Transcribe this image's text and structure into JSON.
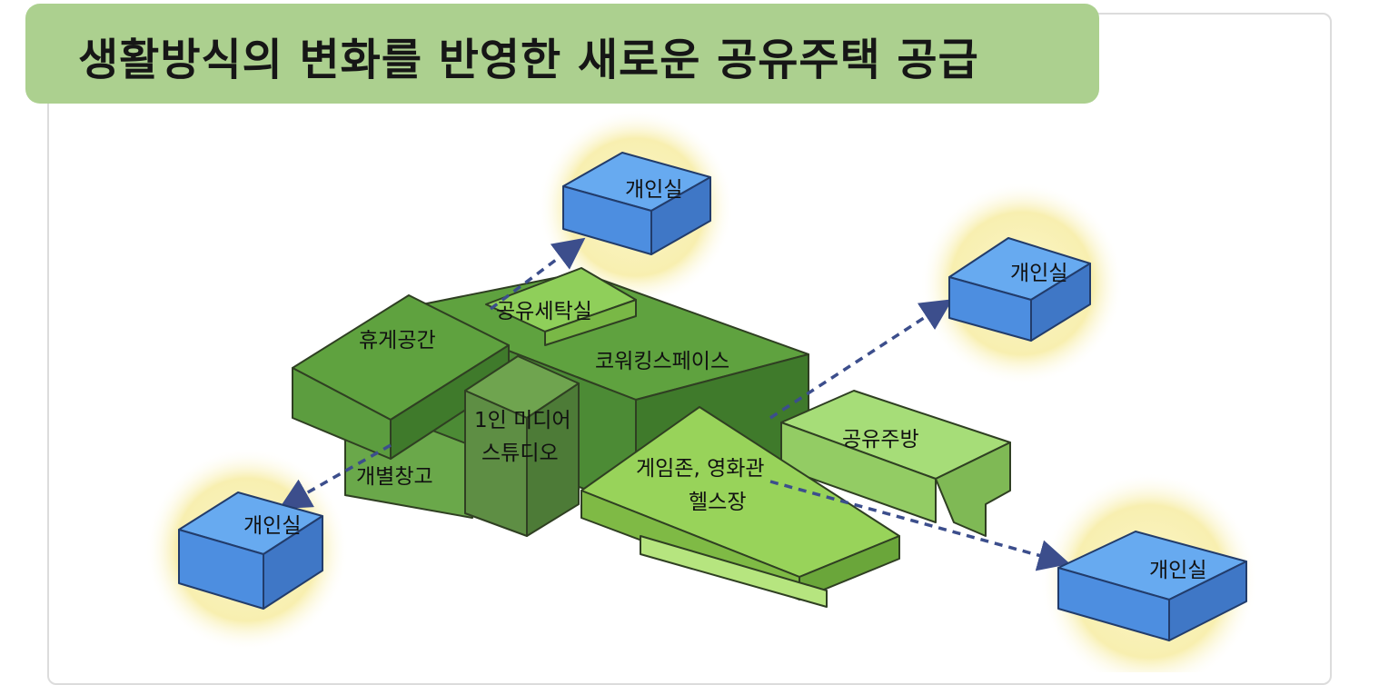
{
  "title": "생활방식의 변화를 반영한 새로운 공유주택 공급",
  "private_room_label": "개인실",
  "shared_spaces": {
    "lounge": "휴게공간",
    "laundry": "공유세탁실",
    "coworking": "코워킹스페이스",
    "media_studio_line1": "1인 미디어",
    "media_studio_line2": "스튜디오",
    "storage": "개별창고",
    "game_cinema": "게임존, 영화관",
    "gym": "헬스장",
    "kitchen": "공유주방"
  },
  "colors": {
    "title_bg": "#acd08f",
    "private_room_top": "#64a7ef",
    "private_room_glow": "#f7efb0",
    "shared_green_dark": "#4f8f3a",
    "shared_green_light": "#9bd760",
    "arrow": "#3c4e8c"
  }
}
